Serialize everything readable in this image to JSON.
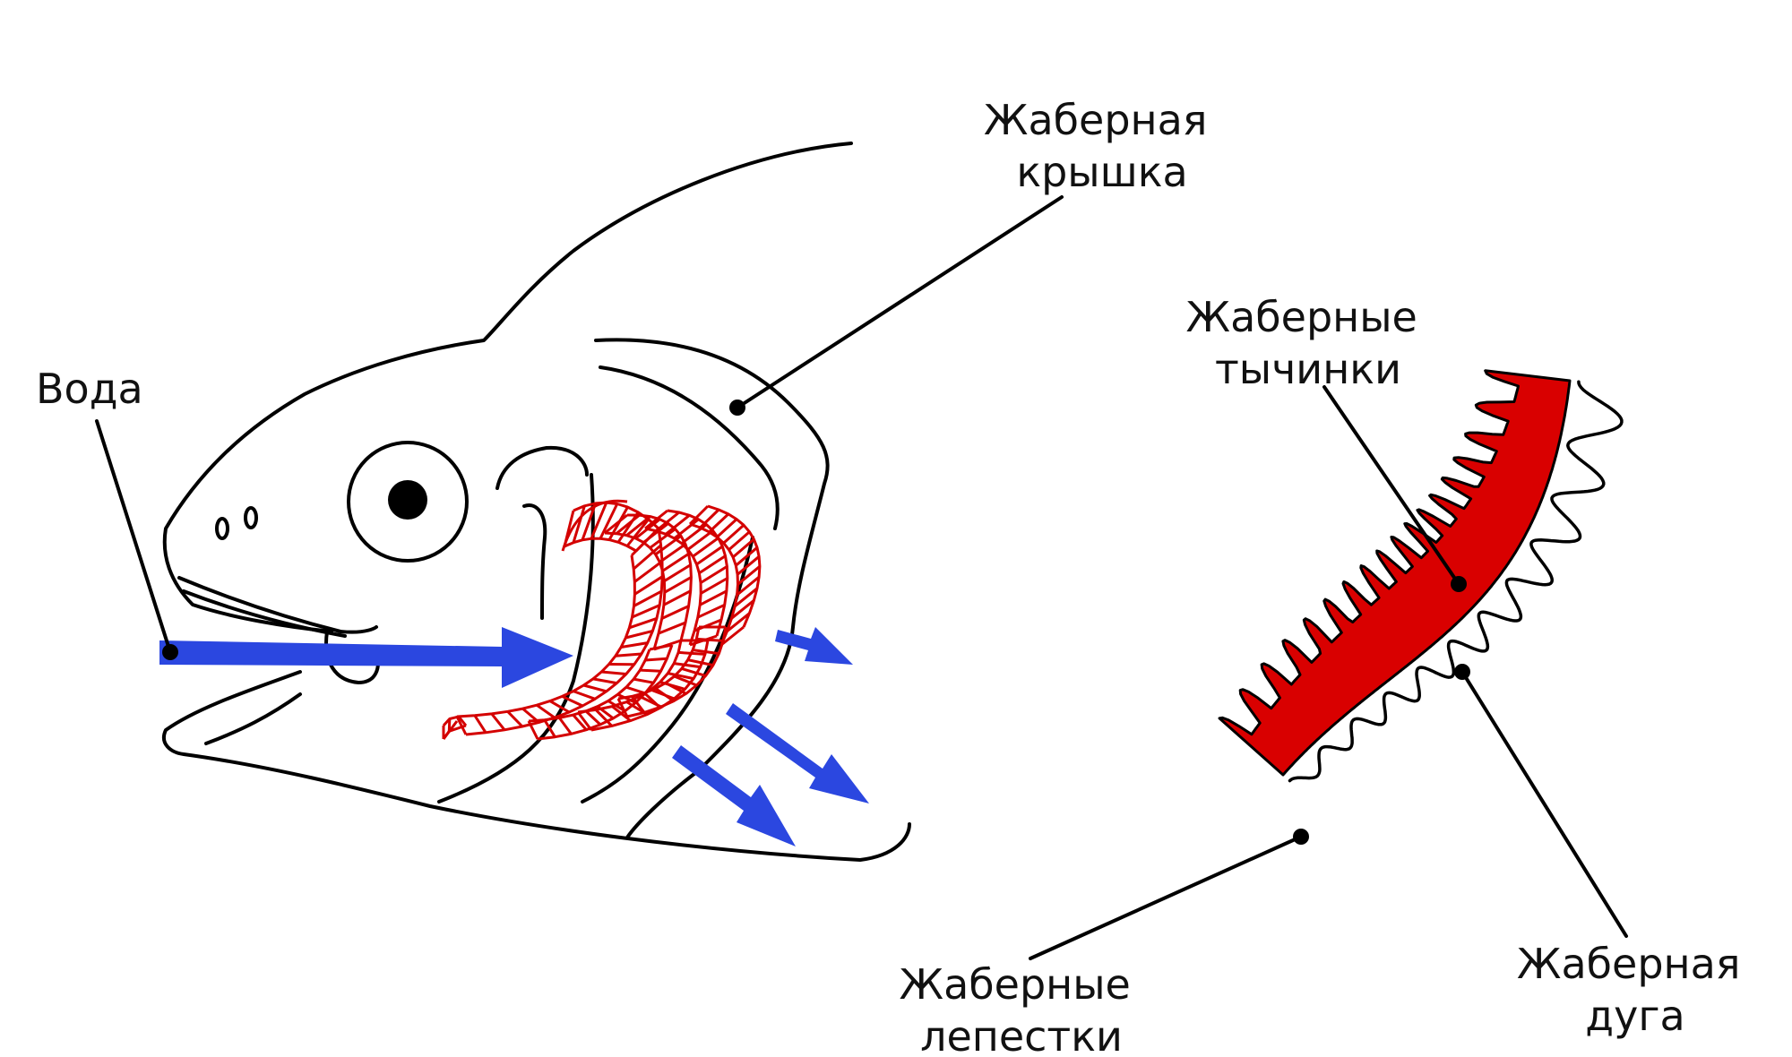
{
  "labels": {
    "water": "Вода",
    "operculum_line1": "Жаберная",
    "operculum_line2": "крышка",
    "rakers_line1": "Жаберные",
    "rakers_line2": "тычинки",
    "filaments_line1": "Жаберные",
    "filaments_line2": "лепестки",
    "arch_line1": "Жаберная",
    "arch_line2": "дуга"
  },
  "colors": {
    "water_arrows": "#2b47e0",
    "gills": "#d90000",
    "outline": "#000000"
  }
}
